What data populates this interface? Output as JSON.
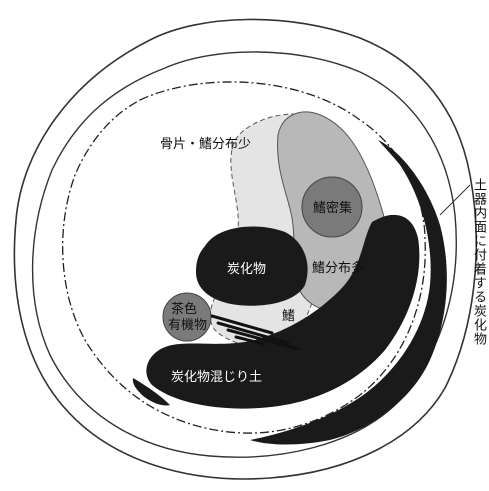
{
  "figure": {
    "labels": {
      "bone_fragments": "骨片・鰭分布少",
      "fin_concentrated": "鰭密集",
      "carbonized": "炭化物",
      "fin_many": "鰭分布多",
      "brown_line1": "茶色",
      "brown_line2": "有機物",
      "fin": "鰭",
      "carbonized_soil": "炭化物混じり土",
      "vessel_inner_carbon": "土器内面に付着する炭化物"
    },
    "colors": {
      "carbonized": "#1a1a1a",
      "dense_gray": "#7a7a7a",
      "mid_gray": "#b8b8b8",
      "light_gray": "#e4e4e4",
      "outline": "#333333"
    }
  }
}
